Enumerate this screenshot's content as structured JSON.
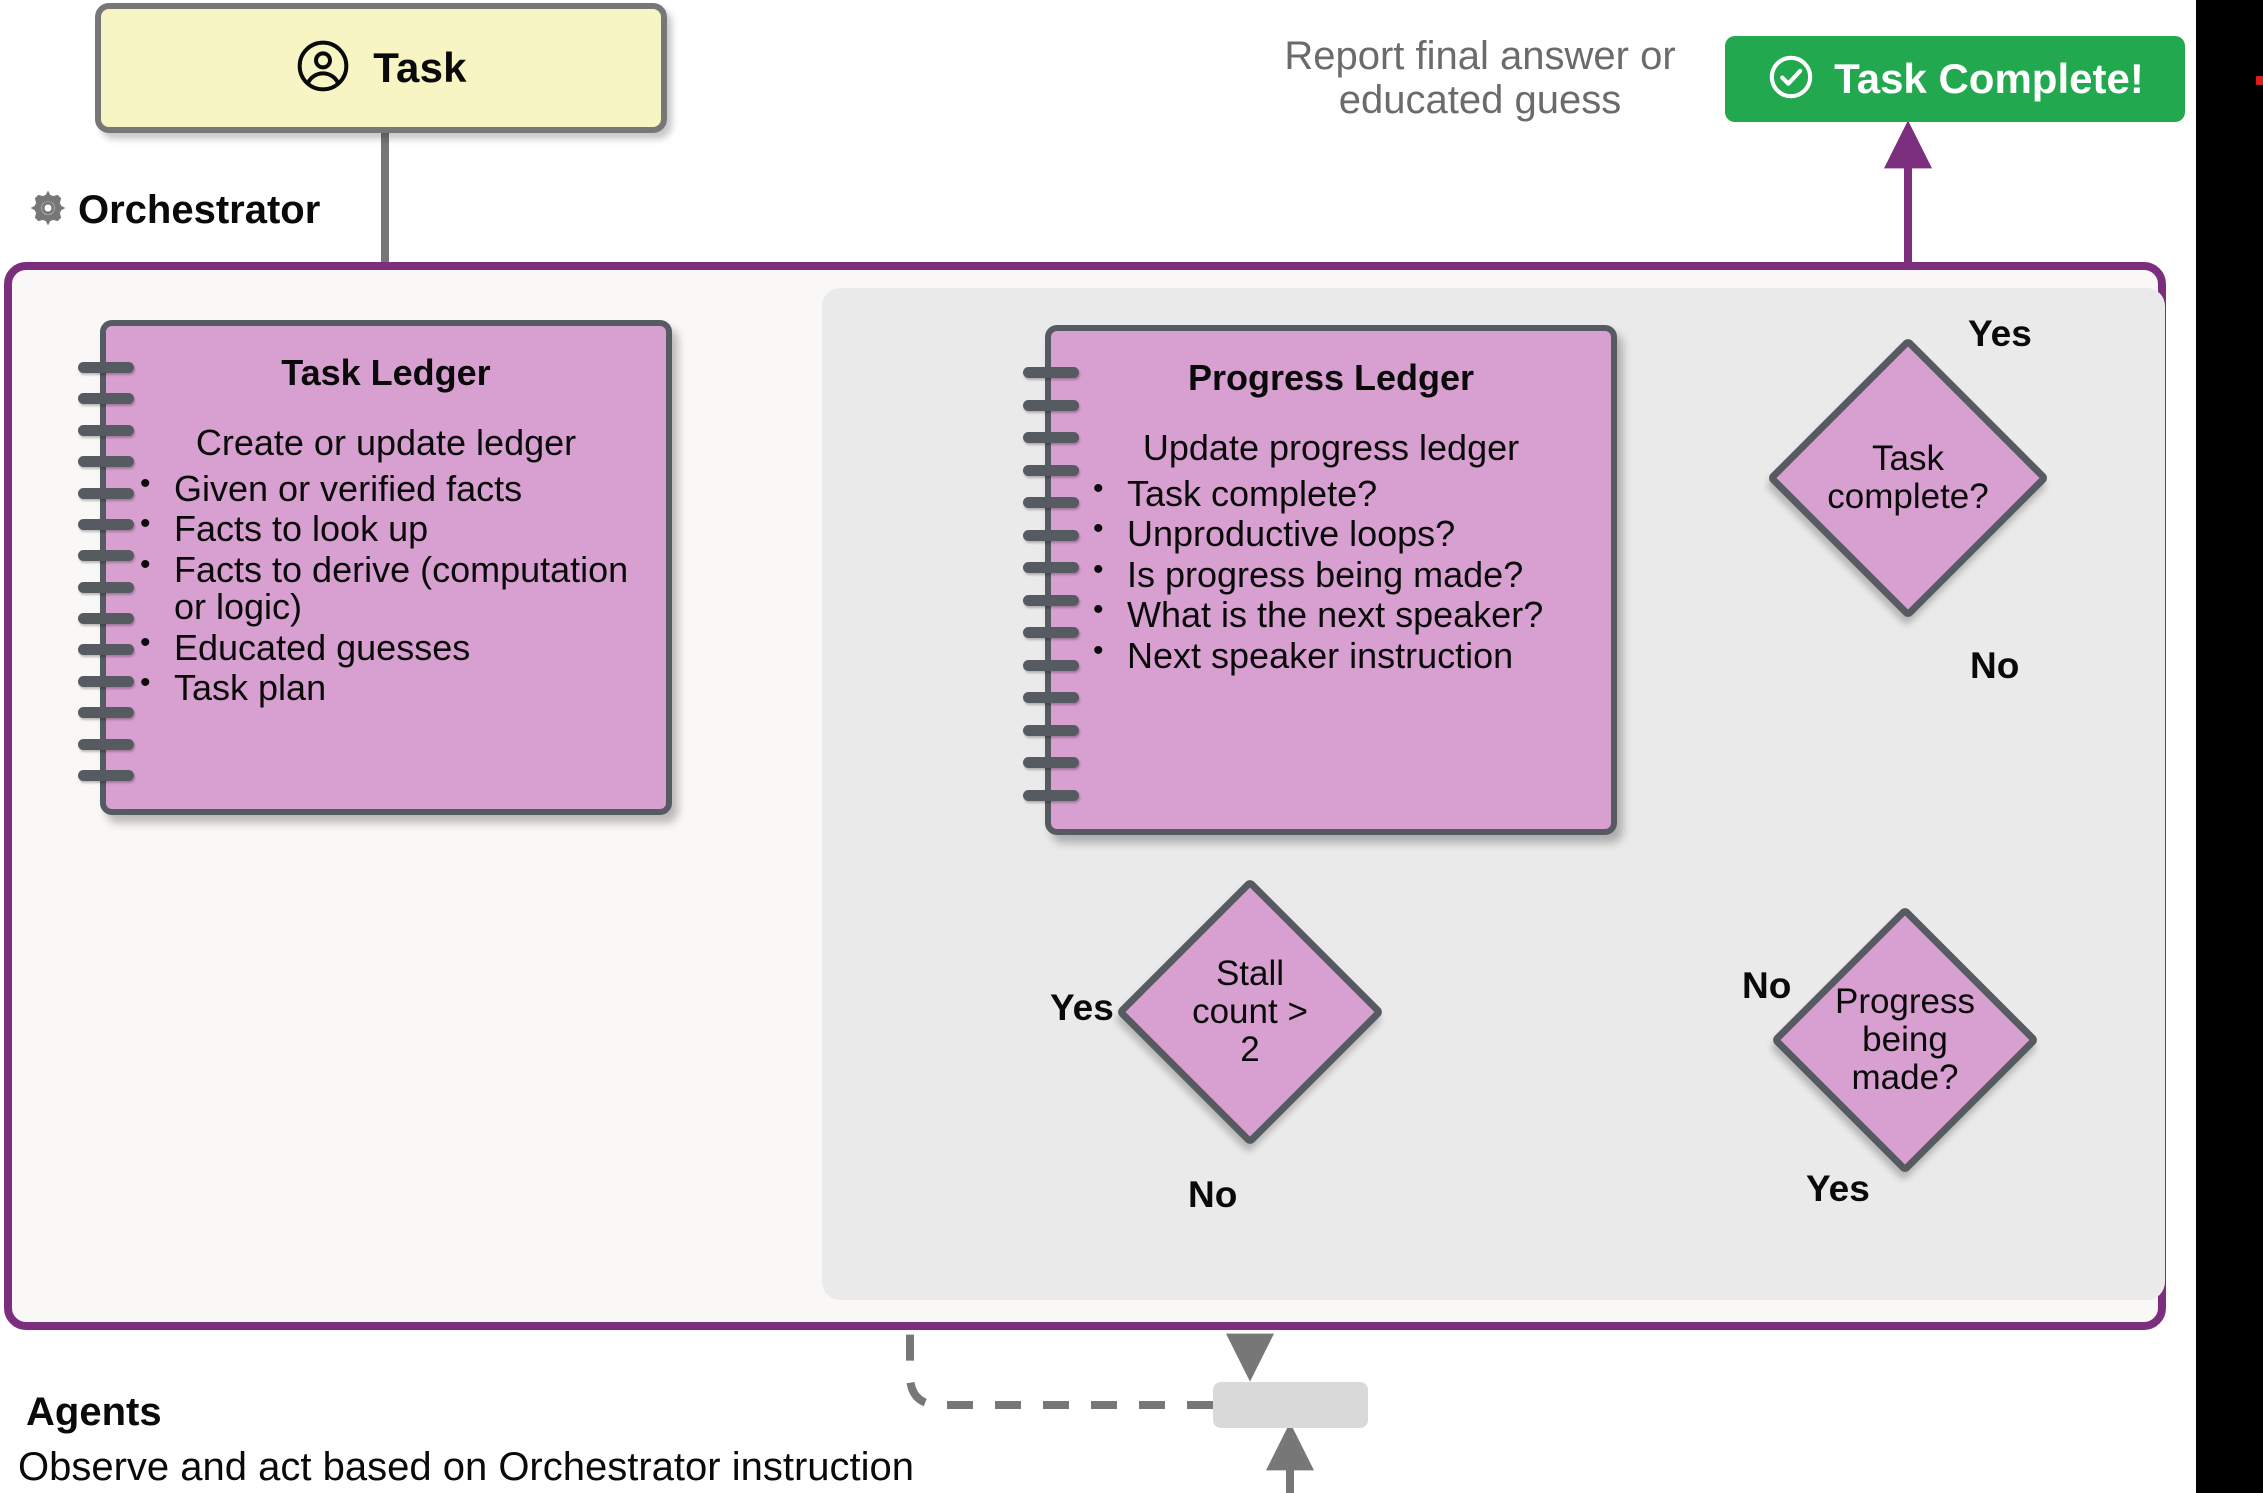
{
  "task_box": {
    "label": "Task",
    "icon": "user-circle-icon",
    "fill": "#f7f5c4",
    "border": "#777777"
  },
  "orchestrator": {
    "label": "Orchestrator",
    "icon": "gear-icon",
    "border_color": "#7b2d7e",
    "panel_fill": "#faf8f6",
    "inner_panel_fill": "#eaeaea"
  },
  "task_ledger": {
    "title": "Task Ledger",
    "subtitle": "Create or update ledger",
    "items": [
      "Given or verified facts",
      "Facts to look up",
      "Facts to derive (computation or logic)",
      "Educated guesses",
      "Task plan"
    ],
    "fill": "#d8a0d0",
    "border": "#555b60"
  },
  "progress_ledger": {
    "title": "Progress Ledger",
    "subtitle": "Update progress ledger",
    "items": [
      "Task complete?",
      "Unproductive loops?",
      "Is progress being made?",
      "What is the next speaker?",
      "Next speaker instruction"
    ],
    "fill": "#d8a0d0",
    "border": "#555b60"
  },
  "decisions": {
    "task_complete": "Task\ncomplete?",
    "progress_made": "Progress\nbeing\nmade?",
    "stall_count": "Stall\ncount >\n2"
  },
  "edge_labels": {
    "yes_task_complete": "Yes",
    "no_task_complete": "No",
    "no_progress_made": "No",
    "yes_progress_made": "Yes",
    "yes_stall_count": "Yes",
    "no_stall_count": "No"
  },
  "report": {
    "text": "Report final answer or educated guess",
    "color": "#6b6b6b"
  },
  "task_complete_badge": {
    "label": "Task Complete!",
    "icon": "check-circle-icon",
    "fill": "#22a84e",
    "text_color": "#ffffff"
  },
  "agents": {
    "title": "Agents",
    "subtitle": "Observe and act based on Orchestrator instruction",
    "chip_fill": "#d9d9d9"
  },
  "colors": {
    "accent_purple": "#7b2d7e",
    "arrow_gray": "#777777",
    "ledger_purple": "#d8a0d0",
    "node_border": "#555b60",
    "gutter_black": "#000000",
    "marker_red": "#e01b1b"
  }
}
